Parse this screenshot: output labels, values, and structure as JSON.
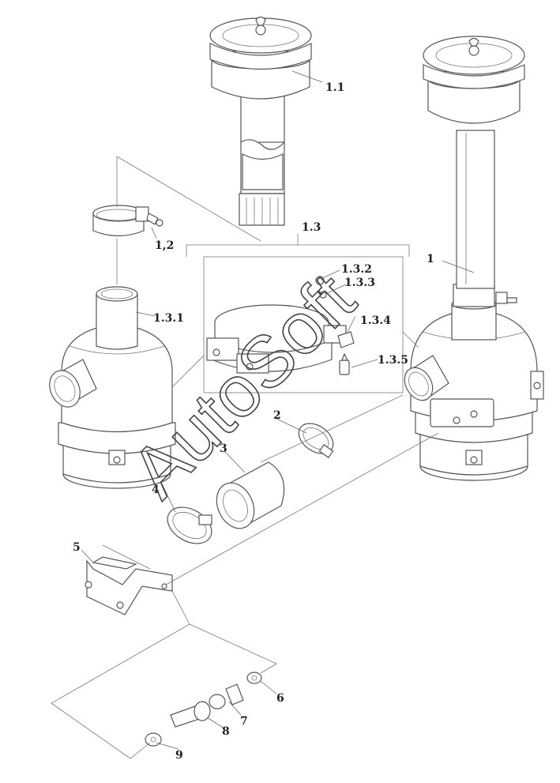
{
  "labels": {
    "l_1": "1",
    "l_1_1": "1.1",
    "l_1_2": "1,2",
    "l_1_3": "1.3",
    "l_1_3_1": "1.3.1",
    "l_1_3_2": "1.3.2",
    "l_1_3_3": "1.3.3",
    "l_1_3_4": "1.3.4",
    "l_1_3_5": "1.3.5",
    "l_2": "2",
    "l_3": "3",
    "l_4": "4",
    "l_5": "5",
    "l_6": "6",
    "l_7": "7",
    "l_8": "8",
    "l_9": "9"
  },
  "watermark": "AutoSoft"
}
